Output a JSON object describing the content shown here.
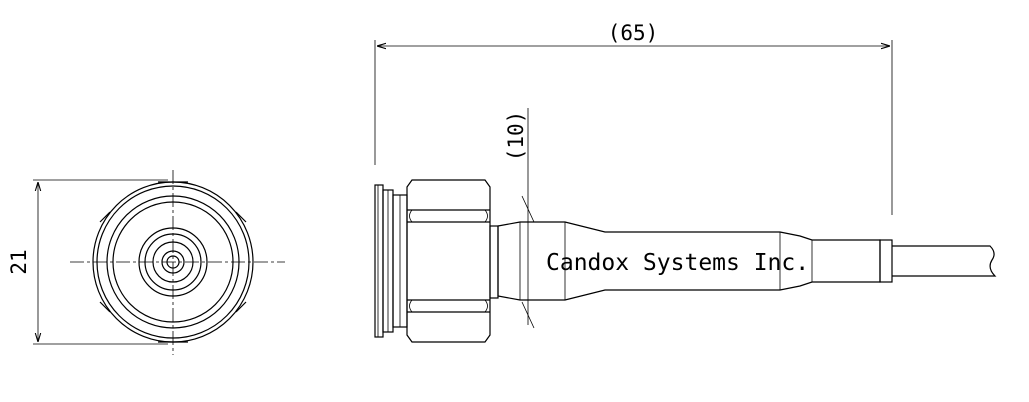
{
  "drawing": {
    "brand_label": "Candox Systems Inc.",
    "dimensions": {
      "overall_length": "(65)",
      "body_length": "(10)",
      "diameter": "21"
    }
  }
}
